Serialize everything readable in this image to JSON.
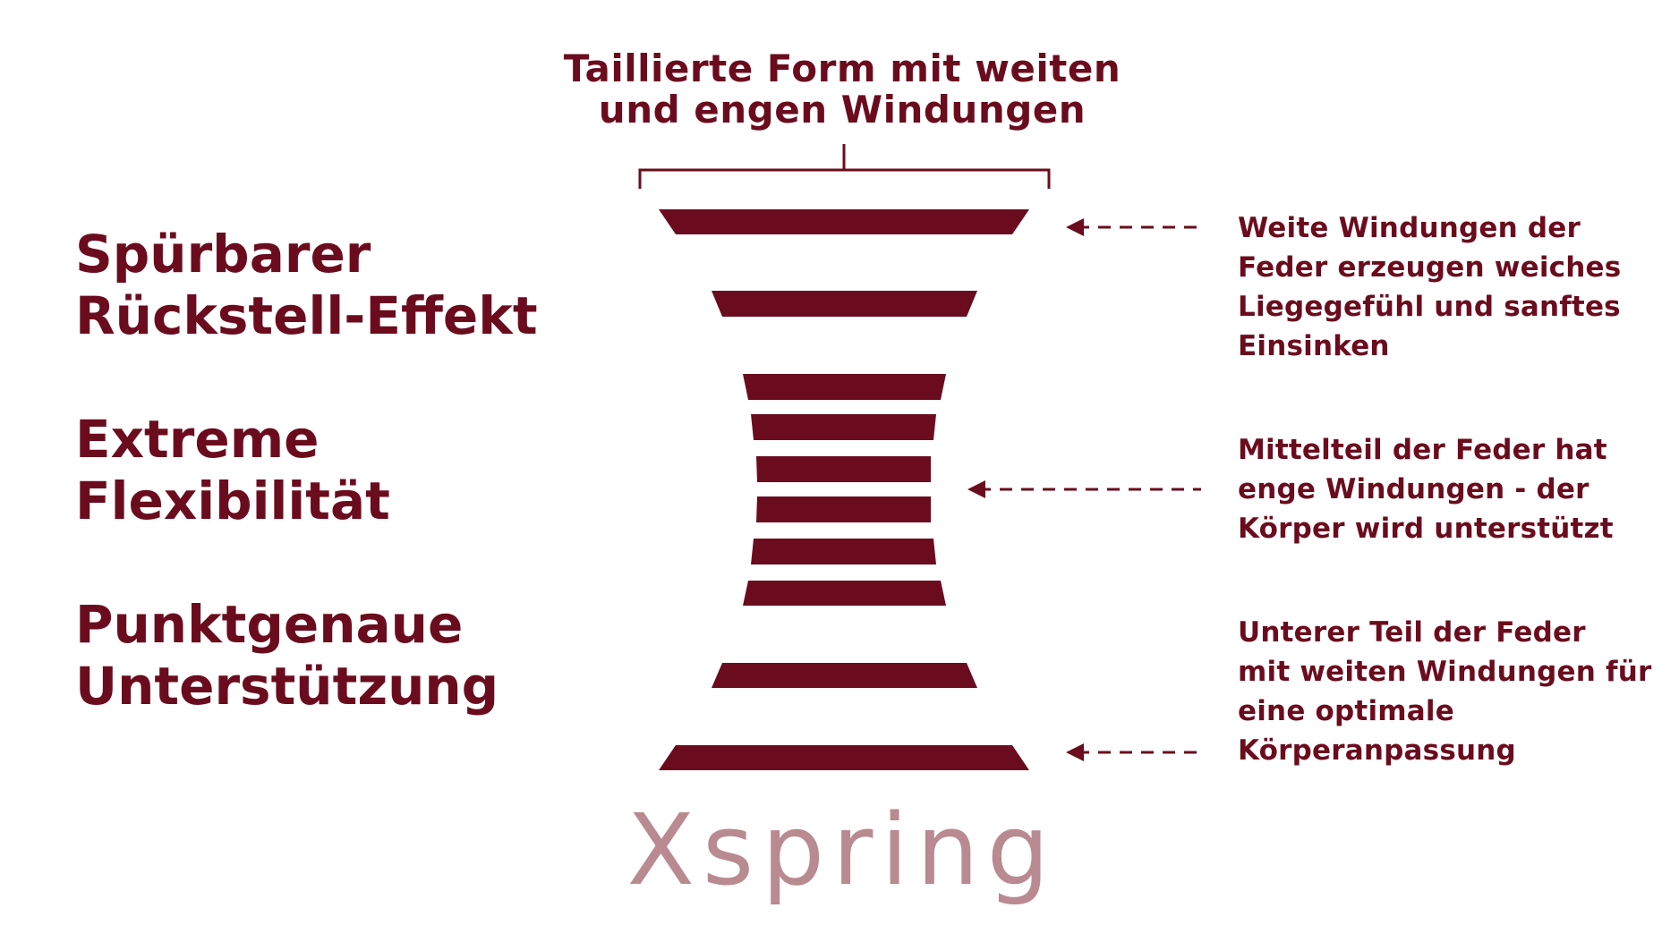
{
  "colors": {
    "primary": "#6b0c1e",
    "brand": "#b98a91",
    "background": "#ffffff"
  },
  "caption": {
    "lines": [
      "Taillierte Form mit weiten",
      "und engen Windungen"
    ]
  },
  "benefits": [
    {
      "lines": [
        "Spürbarer",
        "Rückstell-Effekt"
      ]
    },
    {
      "lines": [
        "Extreme",
        "Flexibilität"
      ]
    },
    {
      "lines": [
        "Punktgenaue",
        "Unterstützung"
      ]
    }
  ],
  "notes": [
    {
      "lines": [
        "Weite Windungen der",
        "Feder erzeugen weiches",
        "Liegegefühl und sanftes",
        "Einsinken"
      ]
    },
    {
      "lines": [
        "Mittelteil der Feder hat",
        "enge Windungen - der",
        "Körper wird unterstützt"
      ]
    },
    {
      "lines": [
        "Unterer Teil der Feder",
        "mit weiten Windungen für",
        "eine optimale",
        "Körperanpassung"
      ]
    }
  ],
  "brand": {
    "name": "Xspring"
  }
}
